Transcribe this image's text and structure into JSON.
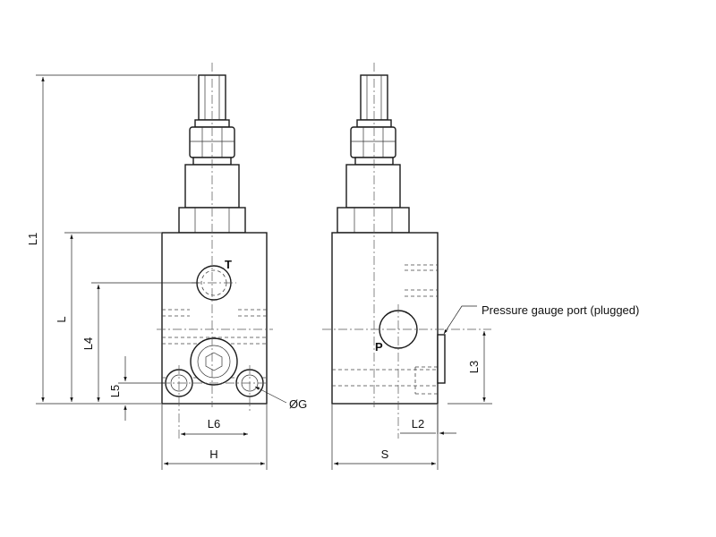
{
  "diagram": {
    "labels": {
      "l1": "L1",
      "l": "L",
      "l4": "L4",
      "l5": "L5",
      "l6": "L6",
      "h": "H",
      "og": "ØG",
      "t": "T",
      "p": "P",
      "s": "S",
      "l2": "L2",
      "l3": "L3",
      "gauge": "Pressure gauge port (plugged)"
    }
  }
}
